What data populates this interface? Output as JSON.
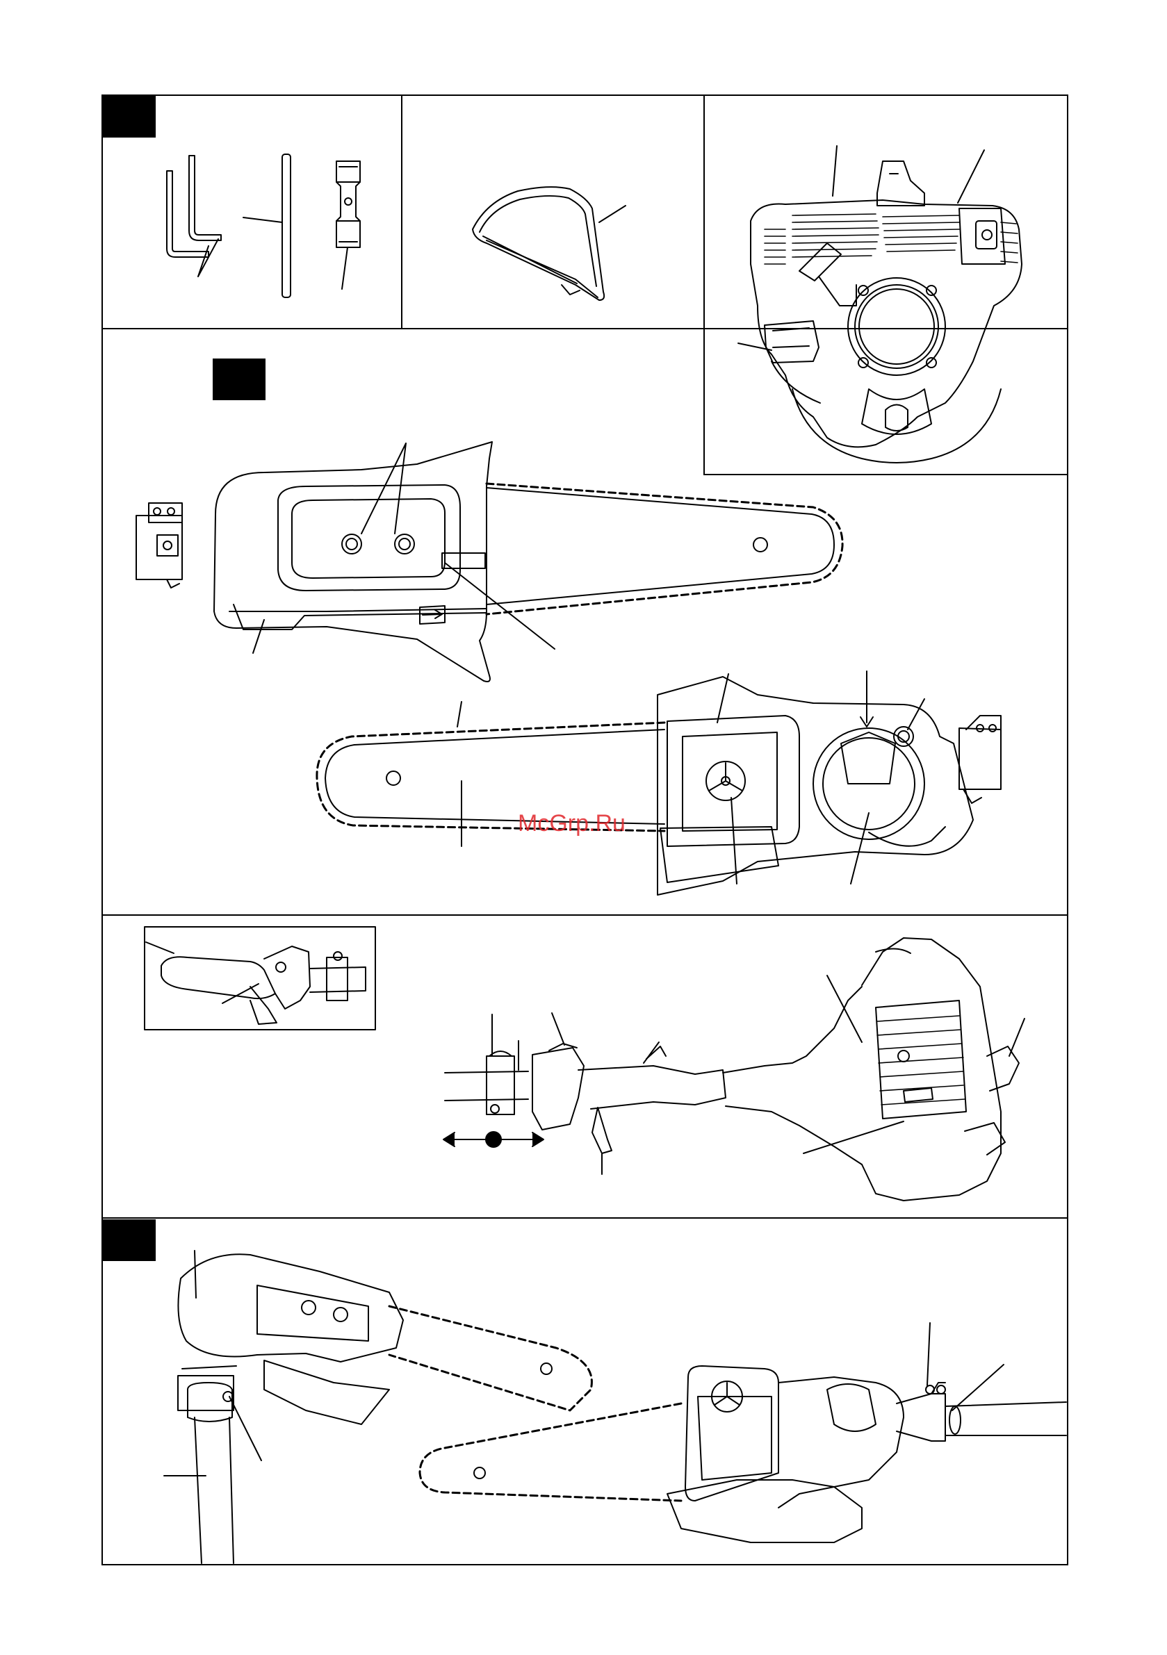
{
  "document": {
    "watermark": "McGrp.Ru",
    "page_number": "",
    "panels": [
      {
        "id": "tools",
        "marker": true
      },
      {
        "id": "bar-guard",
        "marker": false
      },
      {
        "id": "engine",
        "marker": false
      },
      {
        "id": "chainsaw-head",
        "marker": true
      },
      {
        "id": "handle-assembly",
        "marker": false
      },
      {
        "id": "mounted-assembly",
        "marker": true
      }
    ]
  }
}
